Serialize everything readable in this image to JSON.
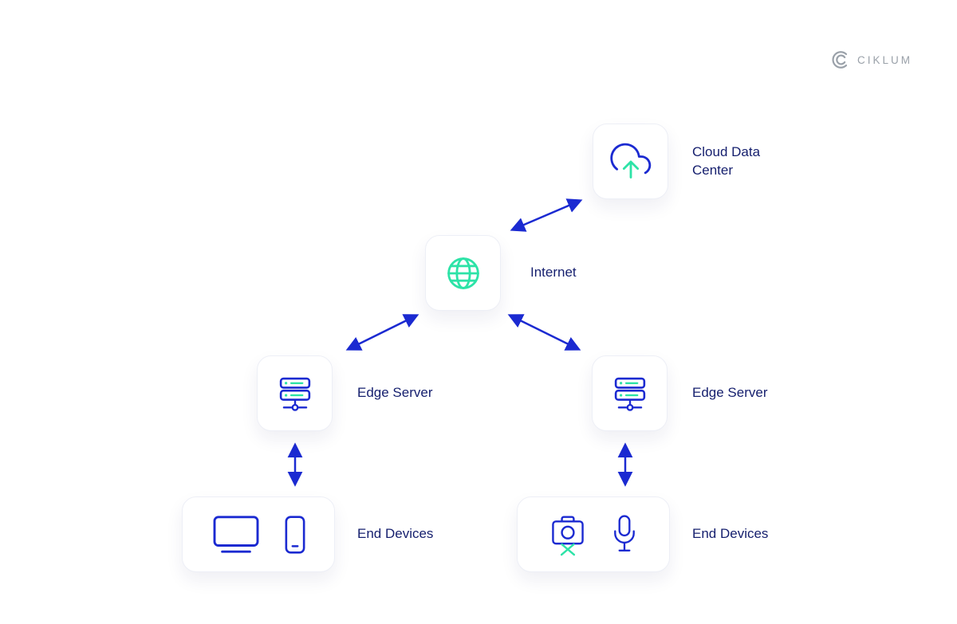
{
  "logo": {
    "brand": "CIKLUM"
  },
  "colors": {
    "icon_blue": "#1b2ad1",
    "accent_mint": "#2de3a7",
    "label_navy": "#151f6e",
    "arrow_blue": "#1b2ad1",
    "logo_gray": "#9aa1a9",
    "card_border": "#edeff6"
  },
  "diagram": {
    "nodes": {
      "cloud": {
        "label": "Cloud Data Center",
        "icon": "cloud-upload-icon"
      },
      "internet": {
        "label": "Internet",
        "icon": "globe-icon"
      },
      "edge_left": {
        "label": "Edge Server",
        "icon": "server-icon"
      },
      "edge_right": {
        "label": "Edge Server",
        "icon": "server-icon"
      },
      "devices_left": {
        "label": "End Devices",
        "icons": [
          "monitor-icon",
          "smartphone-icon"
        ]
      },
      "devices_right": {
        "label": "End Devices",
        "icons": [
          "camera-icon",
          "microphone-icon"
        ]
      }
    },
    "connections": [
      "Internet <-> Cloud Data Center",
      "Internet <-> Edge Server (left)",
      "Internet <-> Edge Server (right)",
      "Edge Server (left) <-> End Devices (left)",
      "Edge Server (right) <-> End Devices (right)"
    ]
  }
}
